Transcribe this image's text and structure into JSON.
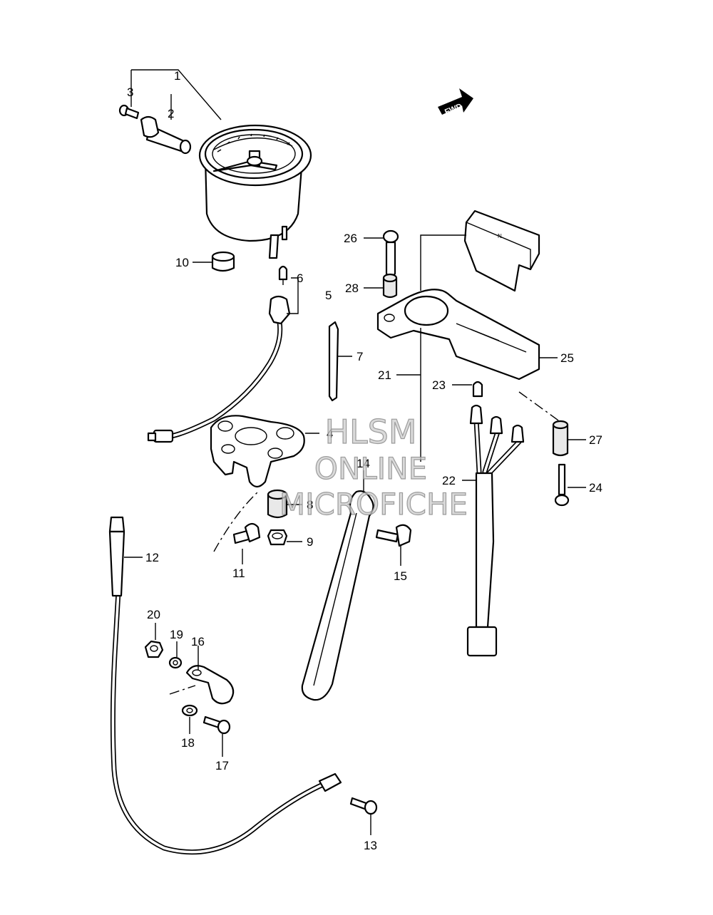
{
  "direction_marker": "FWD",
  "callouts": [
    "1",
    "2",
    "3",
    "4",
    "5",
    "6",
    "7",
    "8",
    "9",
    "10",
    "11",
    "12",
    "13",
    "14",
    "15",
    "16",
    "17",
    "18",
    "19",
    "20",
    "21",
    "22",
    "23",
    "24",
    "25",
    "26",
    "27",
    "28"
  ],
  "indicator_symbols": [
    "N"
  ],
  "watermark": {
    "line1": "HLSM",
    "line2": "ONLINE",
    "line3": "MICROFICHE"
  }
}
